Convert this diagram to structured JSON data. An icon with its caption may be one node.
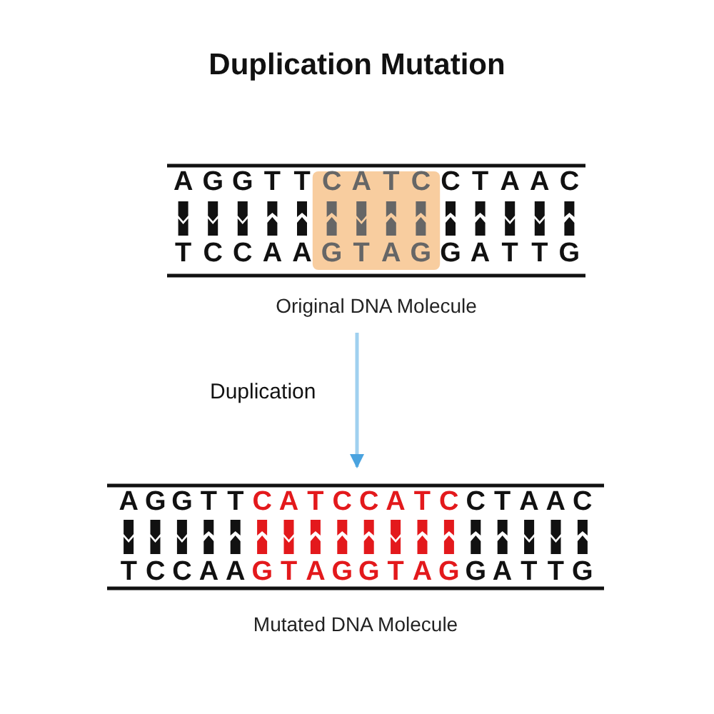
{
  "diagram": {
    "title": "Duplication Mutation",
    "nodes": [
      {
        "text": [
          "A G G T T C A T C C T A A C",
          "T C C A A G T A G G A T T G"
        ],
        "beside": [
          "Original DNA Molecule"
        ]
      },
      {
        "text": [
          "A G G T T C A T C C A T C C T A A C",
          "T C C A A G T A G G T A G G A T T G"
        ],
        "beside": [
          "Mutated DNA Molecule"
        ]
      }
    ],
    "edges": [
      {
        "from": 0,
        "to": 1,
        "arrow": "to",
        "label": "Duplication"
      }
    ]
  }
}
